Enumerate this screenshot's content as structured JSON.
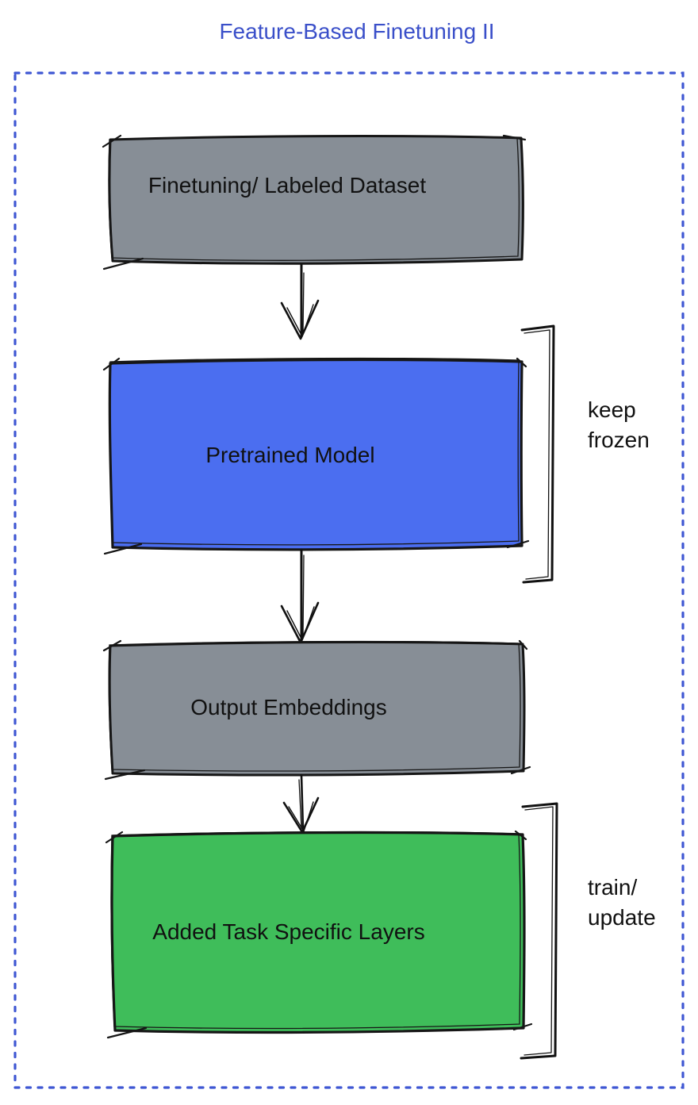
{
  "title": "Feature-Based Finetuning II",
  "colors": {
    "title_blue": "#3a4fc9",
    "border_blue": "#3f57d3",
    "gray_fill": "#878e96",
    "blue_fill": "#4b6ef0",
    "green_fill": "#3fbd5a",
    "ink": "#111111"
  },
  "nodes": [
    {
      "id": "finetuning-dataset",
      "label": "Finetuning/ Labeled Dataset",
      "fill_key": "gray"
    },
    {
      "id": "pretrained-model",
      "label": "Pretrained Model",
      "fill_key": "blue"
    },
    {
      "id": "output-embeddings",
      "label": "Output Embeddings",
      "fill_key": "gray"
    },
    {
      "id": "added-task-layers",
      "label": "Added Task Specific Layers",
      "fill_key": "green"
    }
  ],
  "annotations": [
    {
      "id": "keep-frozen",
      "lines": [
        "keep",
        "frozen"
      ]
    },
    {
      "id": "train-update",
      "lines": [
        "train/",
        "update"
      ]
    }
  ]
}
